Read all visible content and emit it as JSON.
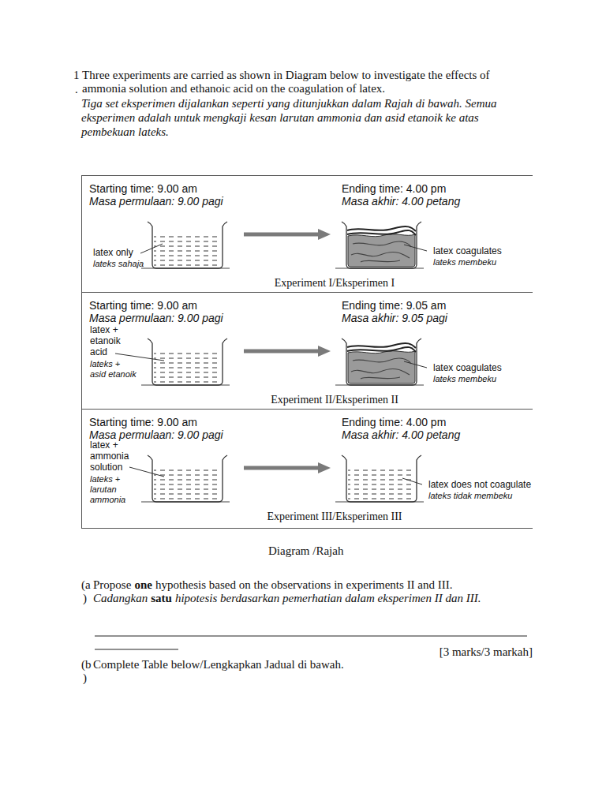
{
  "diagram": {
    "nodes": [
      {
        "text": [
          "Experiment I/Eksperimen I"
        ]
      },
      {
        "text": [
          "Starting time: 9.00 am",
          "Masa permulaan: 9.00 pagi",
          "latex only",
          "lateks sahaja"
        ],
        "in": 0
      },
      {
        "text": [
          "Ending time: 4.00 pm",
          "Masa akhir: 4.00 petang",
          "latex coagulates",
          "lateks membeku"
        ],
        "in": 0
      },
      {
        "text": [
          "Experiment II/Eksperimen II"
        ]
      },
      {
        "text": [
          "Starting time: 9.00 am",
          "Masa permulaan: 9.00 pagi",
          "latex + etanoik acid",
          "lateks + asid etanoik"
        ],
        "in": 3
      },
      {
        "text": [
          "Ending time: 9.05 am",
          "Masa akhir: 9.05 pagi",
          "latex coagulates",
          "lateks membeku"
        ],
        "in": 3
      },
      {
        "text": [
          "Experiment III/Eksperimen III"
        ]
      },
      {
        "text": [
          "Starting time: 9.00 am",
          "Masa permulaan: 9.00 pagi",
          "latex + ammonia solution",
          "lateks + larutan ammonia"
        ],
        "in": 6
      },
      {
        "text": [
          "Ending time: 4.00 pm",
          "Masa akhir: 4.00 petang",
          "latex does not coagulate",
          "lateks tidak membeku"
        ],
        "in": 6
      }
    ],
    "edges": [
      {
        "from": 1,
        "to": 2,
        "arrow": "to"
      },
      {
        "from": 4,
        "to": 5,
        "arrow": "to"
      },
      {
        "from": 7,
        "to": 8,
        "arrow": "to"
      }
    ],
    "labels": [
      "1",
      ".",
      "Three experiments are carried as shown in Diagram below to investigate the effects of ammonia solution and ethanoic acid on the coagulation of latex.",
      "Tiga set eksperimen dijalankan seperti yang ditunjukkan dalam Rajah di bawah. Semua eksperimen adalah untuk mengkaji kesan larutan ammonia dan asid etanoik ke atas pembekuan lateks.",
      "Diagram /Rajah",
      "(a",
      ")",
      "Propose",
      "one",
      "hypothesis based on the observations in experiments II and III.",
      "Cadangkan",
      "satu",
      "hipotesis berdasarkan pemerhatian dalam eksperimen II dan III.",
      "[3 marks/3 markah]",
      "(b",
      ")",
      "Complete Table below/Lengkapkan Jadual di bawah."
    ]
  }
}
